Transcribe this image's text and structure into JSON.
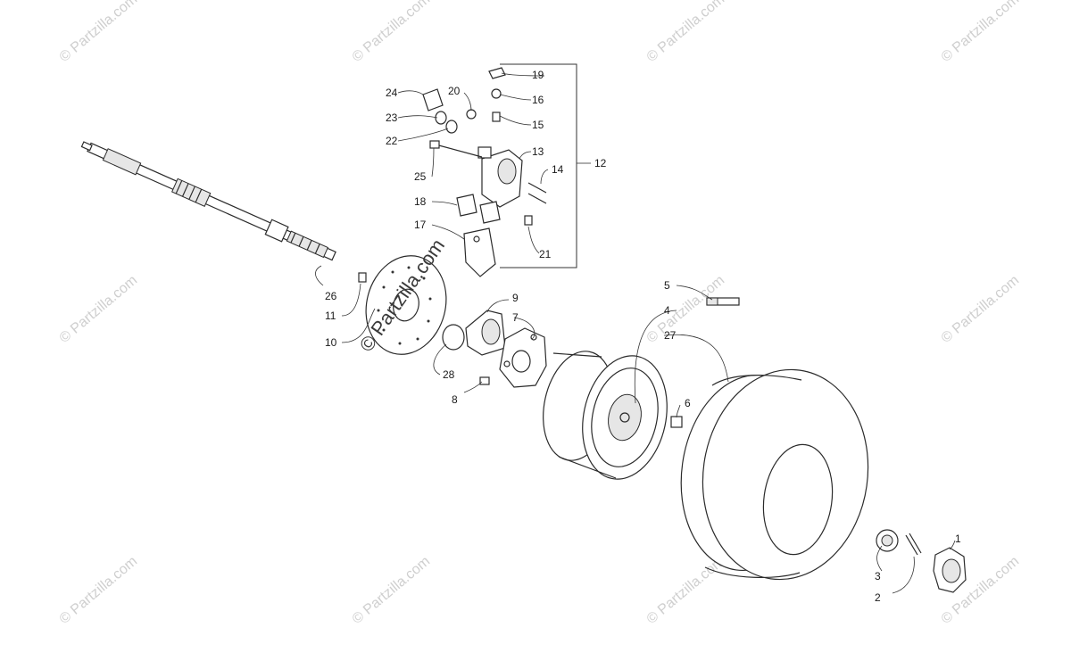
{
  "diagram": {
    "callouts": [
      {
        "id": "c1",
        "label": "1"
      },
      {
        "id": "c2",
        "label": "2"
      },
      {
        "id": "c3",
        "label": "3"
      },
      {
        "id": "c4",
        "label": "4"
      },
      {
        "id": "c5",
        "label": "5"
      },
      {
        "id": "c6",
        "label": "6"
      },
      {
        "id": "c7",
        "label": "7"
      },
      {
        "id": "c8",
        "label": "8"
      },
      {
        "id": "c9",
        "label": "9"
      },
      {
        "id": "c10",
        "label": "10"
      },
      {
        "id": "c11",
        "label": "11"
      },
      {
        "id": "c12",
        "label": "12"
      },
      {
        "id": "c13",
        "label": "13"
      },
      {
        "id": "c14",
        "label": "14"
      },
      {
        "id": "c15",
        "label": "15"
      },
      {
        "id": "c16",
        "label": "16"
      },
      {
        "id": "c17",
        "label": "17"
      },
      {
        "id": "c18",
        "label": "18"
      },
      {
        "id": "c19",
        "label": "19"
      },
      {
        "id": "c20",
        "label": "20"
      },
      {
        "id": "c21",
        "label": "21"
      },
      {
        "id": "c22",
        "label": "22"
      },
      {
        "id": "c23",
        "label": "23"
      },
      {
        "id": "c24",
        "label": "24"
      },
      {
        "id": "c25",
        "label": "25"
      },
      {
        "id": "c26",
        "label": "26"
      },
      {
        "id": "c27",
        "label": "27"
      },
      {
        "id": "c28",
        "label": "28"
      }
    ]
  },
  "watermark": {
    "text": "© Partzilla.com",
    "center_text": "© Partzilla.com"
  }
}
